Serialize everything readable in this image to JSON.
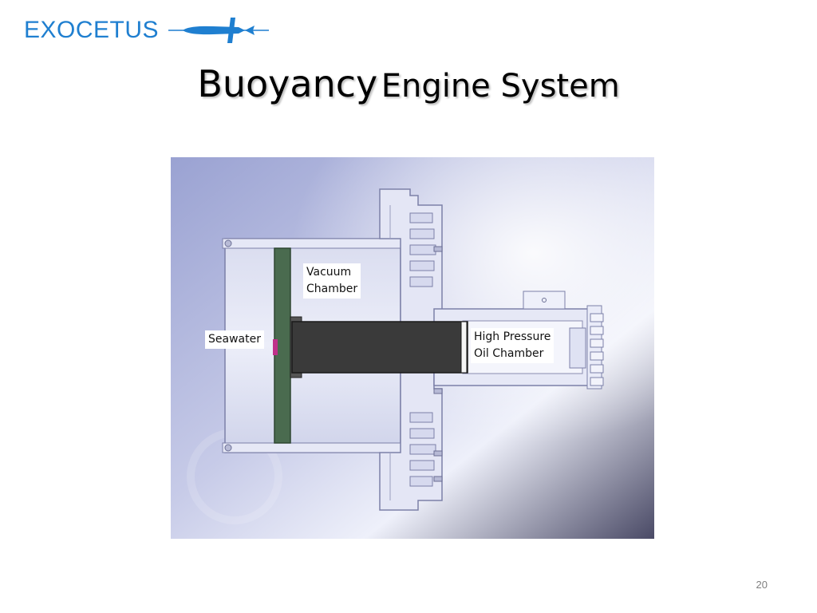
{
  "header": {
    "logo_text": "EXOCETUS",
    "logo_icon": "glider-icon"
  },
  "title": {
    "part1": "Buoyancy",
    "part2": "Engine System"
  },
  "diagram": {
    "labels": {
      "vacuum_chamber": "Vacuum\nChamber",
      "seawater": "Seawater",
      "high_pressure_oil": "High Pressure\nOil Chamber"
    },
    "colors": {
      "piston_green": "#4a6b4f",
      "rod_dark": "#3a3a3a",
      "seal_magenta": "#c0308a",
      "housing": "#e2e4f2"
    }
  },
  "footer": {
    "page_number": "20"
  }
}
